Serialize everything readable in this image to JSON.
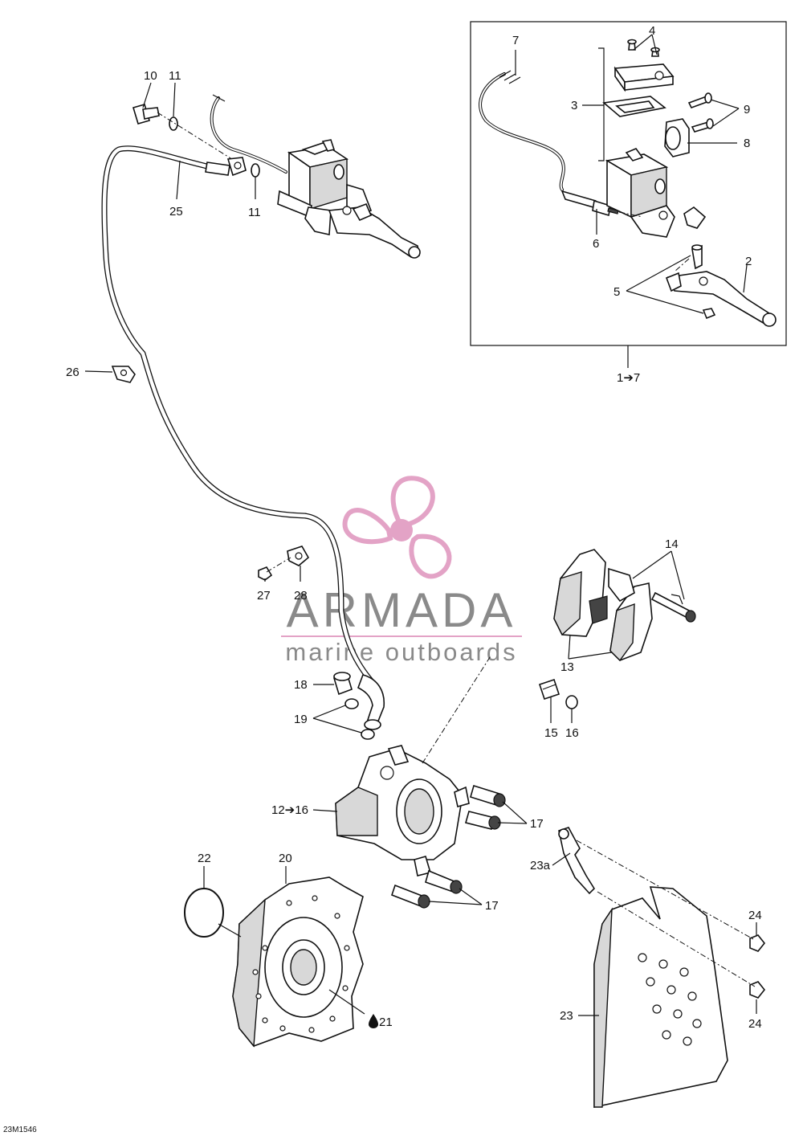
{
  "drawing_code": "23M1546",
  "watermark": {
    "title": "ARMADA",
    "subtitle": "marine outboards",
    "accent_color": "#e3a3c6",
    "text_color": "#8a8a8a"
  },
  "inset_label": "1➔7",
  "labels": {
    "l2": "2",
    "l3": "3",
    "l4": "4",
    "l5": "5",
    "l6": "6",
    "l7": "7",
    "l8": "8",
    "l9": "9",
    "l10": "10",
    "l11a": "11",
    "l11b": "11",
    "l12": "12➔16",
    "l13": "13",
    "l14": "14",
    "l15": "15",
    "l16": "16",
    "l17a": "17",
    "l17b": "17",
    "l18": "18",
    "l19": "19",
    "l20": "20",
    "l21": "21",
    "l22": "22",
    "l23": "23",
    "l23a": "23a",
    "l24a": "24",
    "l24b": "24",
    "l25": "25",
    "l26": "26",
    "l27": "27",
    "l28": "28"
  },
  "icons": {
    "oil_drop": "oil-drop-icon",
    "arrow": "right-arrow-glyph"
  }
}
